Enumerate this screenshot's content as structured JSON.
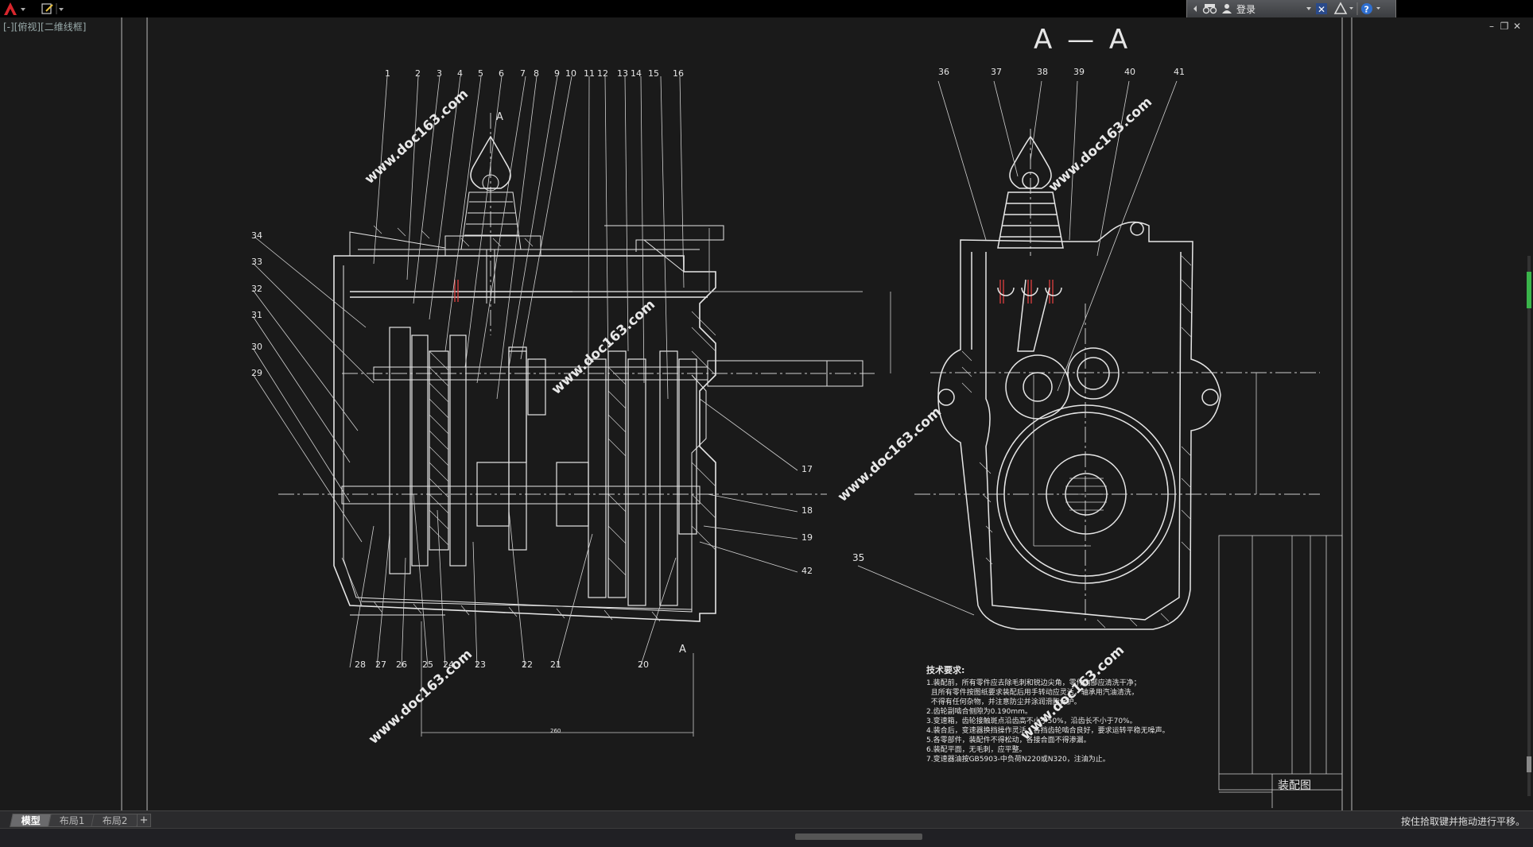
{
  "app": {
    "login_label": "登录",
    "viewport_label": "[-][俯视][二维线框]"
  },
  "drawing": {
    "section_label": "A — A",
    "section_marker_top": "A",
    "section_marker_bottom": "A",
    "callouts_left": [
      "1",
      "2",
      "3",
      "4",
      "5",
      "6",
      "7",
      "8",
      "9",
      "10",
      "11",
      "12",
      "13",
      "14",
      "15",
      "16"
    ],
    "callouts_side": [
      "34",
      "33",
      "32",
      "31",
      "30",
      "29"
    ],
    "callouts_right": [
      "17",
      "18",
      "19",
      "42"
    ],
    "callouts_bottom": [
      "28",
      "27",
      "26",
      "25",
      "24",
      "23",
      "22",
      "21",
      "20"
    ],
    "callouts_view2": [
      "36",
      "37",
      "38",
      "39",
      "40",
      "41"
    ],
    "callout_35": "35",
    "dimension_bottom": "260",
    "watermark": "www.doc163.com",
    "notes_title": "技术要求:",
    "notes": [
      "1.装配前，所有零件应去除毛刺和锐边尖角，零件内部应清洗干净；",
      "  且所有零件按图纸要求装配后用手转动应灵活，轴承用汽油清洗，",
      "  不得有任何杂物，并注意防尘并涂润滑脂保护。",
      "2.齿轮副啮合侧隙为0.190mm。",
      "3.变速箱，齿轮接触斑点沿齿高不小于50%，沿齿长不小于70%。",
      "4.装合后，变速器换挡操作灵活，各挡齿轮啮合良好，要求运转平稳无噪声。",
      "5.各零部件，装配件不得松动，各接合面不得渗漏。",
      "6.装配平面，无毛刺，应平整。",
      "7.变速器油按GB5903-中负荷N220或N320，注油为止。"
    ],
    "title_block_label": "装配图"
  },
  "tabs": [
    {
      "label": "模型",
      "active": true
    },
    {
      "label": "布局1",
      "active": false
    },
    {
      "label": "布局2",
      "active": false
    }
  ],
  "tab_add": "+",
  "status_text": "按住拾取键并拖动进行平移。",
  "colors": {
    "background": "#1a1a1a",
    "line": "#e6e6e6",
    "accent_red": "#e04040",
    "ui_bar": "#2a2a2c"
  }
}
